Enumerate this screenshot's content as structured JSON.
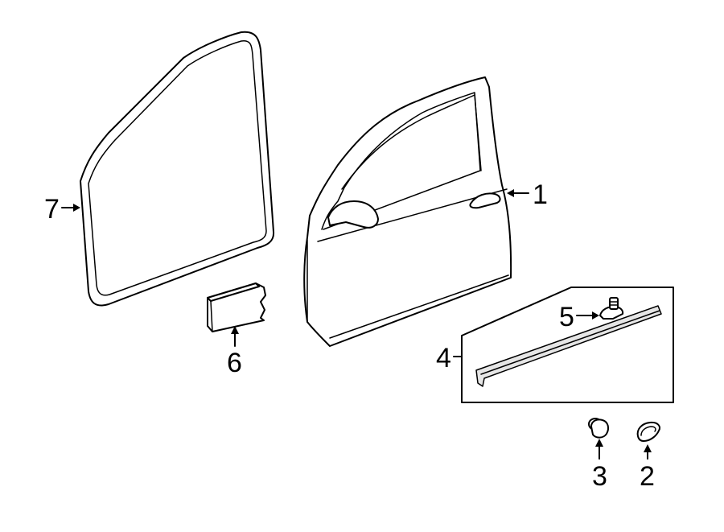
{
  "callouts": {
    "door_shell": "1",
    "clip_small": "2",
    "push_retainer": "3",
    "body_side_molding": "4",
    "molding_clip": "5",
    "insulation_pad": "6",
    "weatherstrip": "7"
  },
  "colors": {
    "line": "#000000",
    "background": "#ffffff"
  }
}
